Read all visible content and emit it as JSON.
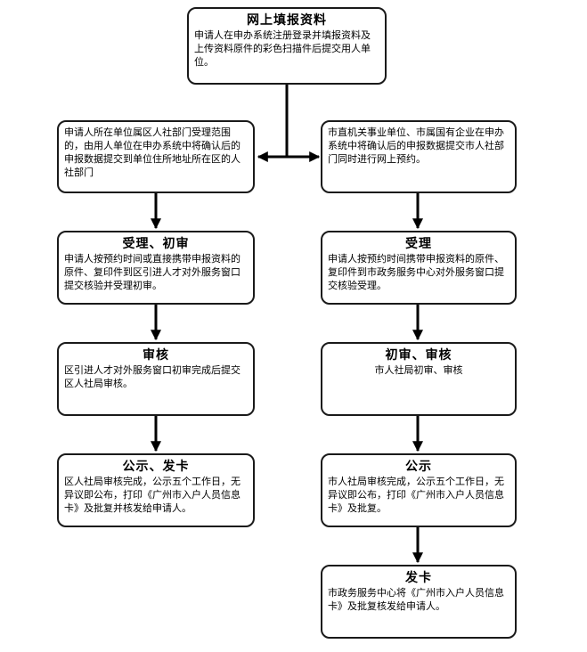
{
  "steps": {
    "top": {
      "title": "网上填报资料",
      "text": "申请人在申办系统注册登录并填报资料及上传资料原件的彩色扫描件后提交用人单位。"
    },
    "left": [
      {
        "title": "",
        "text": "申请人所在单位属区人社部门受理范围的，由用人单位在申办系统中将确认后的申报数据提交到单位住所地址所在区的人社部门"
      },
      {
        "title": "受理、初审",
        "text": "申请人按预约时间或直接携带申报资料的原件、复印件到区引进人才对外服务窗口提交核验并受理初审。"
      },
      {
        "title": "审核",
        "text": "区引进人才对外服务窗口初审完成后提交区人社局审核。"
      },
      {
        "title": "公示、发卡",
        "text": "区人社局审核完成，公示五个工作日，无异议即公布，打印《广州市入户人员信息卡》及批复并核发给申请人。"
      }
    ],
    "right": [
      {
        "title": "",
        "text": "市直机关事业单位、市属国有企业在申办系统中将确认后的申报数据提交市人社部门同时进行网上预约。"
      },
      {
        "title": "受理",
        "text": "申请人按预约时间携带申报资料的原件、复印件到市政务服务中心对外服务窗口提交核验受理。"
      },
      {
        "title": "初审、审核",
        "text": "市人社局初审、审核"
      },
      {
        "title": "公示",
        "text": "市人社局审核完成，公示五个工作日，无异议即公布，打印《广州市入户人员信息卡》及批复。"
      },
      {
        "title": "发卡",
        "text": "市政务服务中心将《广州市入户人员信息卡》及批复核发给申请人。"
      }
    ]
  }
}
